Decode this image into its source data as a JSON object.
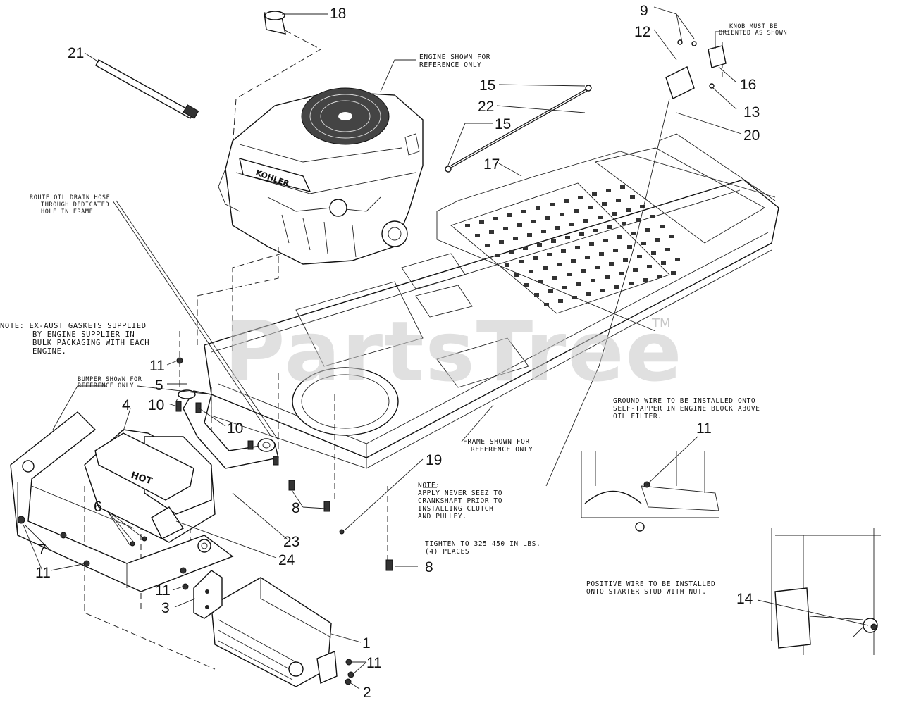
{
  "watermark": {
    "text": "PartsTree",
    "trademark": "TM"
  },
  "notes": {
    "engine_reference": [
      "ENGINE SHOWN FOR",
      "REFERENCE ONLY"
    ],
    "knob_orientation": [
      "KNOB MUST BE",
      "ORIENTED AS SHOWN"
    ],
    "oil_drain_hose": [
      "ROUTE OIL DRAIN HOSE",
      "THROUGH DEDICATED",
      "HOLE IN FRAME"
    ],
    "exhaust_gaskets": [
      "NOTE: EX-AUST GASKETS SUPPLIED",
      "BY ENGINE SUPPLIER IN",
      "BULK PACKAGING WITH EACH",
      "ENGINE."
    ],
    "bumper_reference": [
      "BUMPER SHOWN FOR",
      "REFERENCE ONLY"
    ],
    "frame_reference": [
      "FRAME SHOWN FOR",
      "REFERENCE ONLY"
    ],
    "never_seez": [
      "NOTE:",
      "APPLY NEVER SEEZ TO",
      "CRANKSHAFT PRIOR TO",
      "INSTALLING CLUTCH",
      "AND PULLEY."
    ],
    "tighten": [
      "TIGHTEN TO 325 450 IN LBS.",
      "(4) PLACES"
    ],
    "ground_wire": [
      "GROUND WIRE TO BE INSTALLED ONTO",
      "SELF-TAPPER IN ENGINE BLOCK ABOVE",
      "OIL FILTER."
    ],
    "positive_wire": [
      "POSITIVE WIRE TO BE INSTALLED",
      "ONTO STARTER STUD WITH NUT."
    ]
  },
  "callouts": [
    "18",
    "21",
    "9",
    "12",
    "16",
    "15",
    "13",
    "22",
    "15",
    "20",
    "17",
    "11",
    "5",
    "10",
    "4",
    "10",
    "8",
    "19",
    "6",
    "7",
    "11",
    "23",
    "24",
    "11",
    "3",
    "8",
    "1",
    "11",
    "2",
    "11",
    "14"
  ],
  "decals": {
    "engine_brand": "KOHLER",
    "muffler_shield": "HOT"
  }
}
